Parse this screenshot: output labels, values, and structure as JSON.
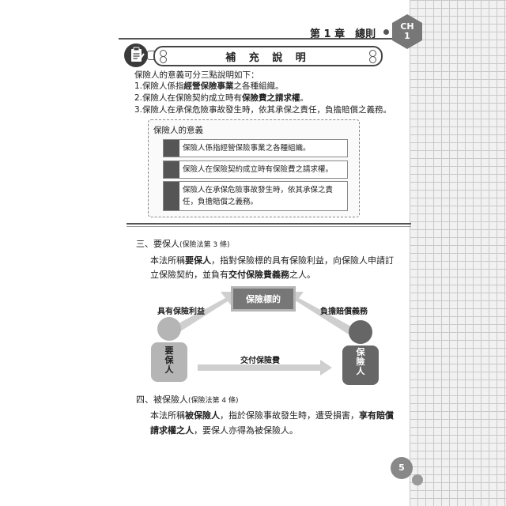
{
  "header": {
    "chapter_title": "第 1 章　總則",
    "chapter_badge_line1": "CH",
    "chapter_badge_line2": "1"
  },
  "supplement": {
    "title": "補 充 說 明",
    "intro": "保險人的意義可分三點說明如下：",
    "points": [
      {
        "pre": "1.保險人係指",
        "bold": "經營保險事業",
        "post": "之各種組織。"
      },
      {
        "pre": "2.保險人在保險契約成立時有",
        "bold": "保險費之請求權",
        "post": "。"
      },
      {
        "pre": "3.保險人在承保危險事故發生時，依其承保之責任，負擔賠償之義務。",
        "bold": "",
        "post": ""
      }
    ],
    "box_title": "保險人的意義",
    "box_items": [
      "保險人係指經營保險事業之各種組織。",
      "保險人在保險契約成立時有保險費之請求權。",
      "保險人在承保危險事故發生時，依其承保之責任，負擔賠償之義務。"
    ]
  },
  "section3": {
    "heading": "三、要保人",
    "law_ref": "(保險法第 3 條)",
    "line1_pre": "本法所稱",
    "line1_bold": "要保人",
    "line1_post": "，指對保險標的具有保險利益，向保險人申請訂",
    "line2_pre": "立保險契約，並負有",
    "line2_bold": "交付保險費義務",
    "line2_post": "之人。"
  },
  "diagram": {
    "object_label": "保險標的",
    "left_top_label": "具有保險利益",
    "right_top_label": "負擔賠償義務",
    "bottom_label": "交付保險費",
    "left_person": "要保人",
    "right_person": "保險人"
  },
  "section4": {
    "heading": "四、被保險人",
    "law_ref": "(保險法第 4 條)",
    "line1_pre": "本法所稱",
    "line1_bold": "被保險人",
    "line1_mid": "，指於保險事故發生時，遭受損害，",
    "line1_bold2": "享有賠償",
    "line2_bold": "請求權之人",
    "line2_post": "，要保人亦得為被保險人。"
  },
  "footer": {
    "page_number": "5"
  },
  "colors": {
    "dark_gray": "#555555",
    "light_gray": "#b5b5b5",
    "grid_bg": "#f1f1f1"
  }
}
